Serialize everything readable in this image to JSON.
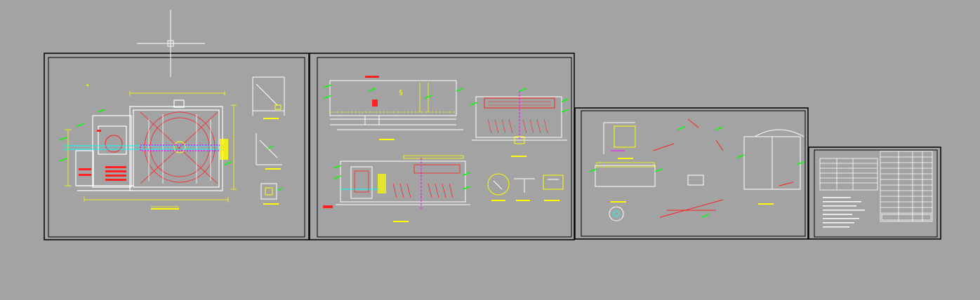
{
  "viewport": {
    "background": "#a3a3a3"
  },
  "colors": {
    "frame": "#000000",
    "linework": "#ffffff",
    "hatch": "#ff2020",
    "dimension": "#ffff00",
    "annotation": "#00ff00",
    "centerline": "#ff00ff",
    "pipe": "#00ffff",
    "tag": "#ff0000"
  },
  "crosshair_cursor": {
    "icon": "crosshair-cursor-icon"
  },
  "sheets": [
    {
      "name": "sheet-1",
      "content": "plan-view-and-details"
    },
    {
      "name": "sheet-2",
      "content": "sections"
    },
    {
      "name": "sheet-3",
      "content": "details"
    },
    {
      "name": "sheet-4",
      "content": "title-block-and-table"
    }
  ]
}
